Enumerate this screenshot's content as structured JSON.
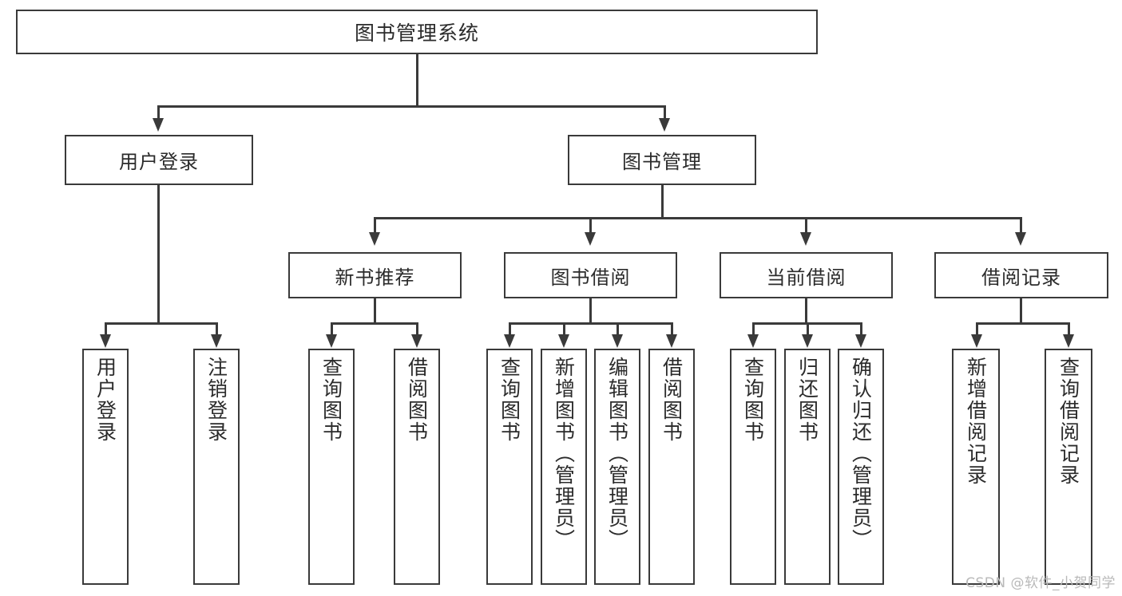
{
  "diagram": {
    "title": "图书管理系统",
    "watermark": "CSDN @软件_小贺同学",
    "colors": {
      "stroke": "#3a3a3a",
      "background": "#ffffff",
      "text": "#2b2b2b",
      "watermark": "#b9b9b9"
    },
    "levels": {
      "root": {
        "label": "图书管理系统"
      },
      "level2": [
        {
          "label": "用户登录"
        },
        {
          "label": "图书管理"
        }
      ],
      "level3": [
        {
          "label": "新书推荐"
        },
        {
          "label": "图书借阅"
        },
        {
          "label": "当前借阅"
        },
        {
          "label": "借阅记录"
        }
      ]
    },
    "groups": {
      "user_login_leaves": [
        {
          "label": "用户登录"
        },
        {
          "label": "注销登录"
        }
      ],
      "new_book_leaves": [
        {
          "label": "查询图书"
        },
        {
          "label": "借阅图书"
        }
      ],
      "borrow_book_leaves": [
        {
          "label": "查询图书"
        },
        {
          "label": "新增图书（管理员）"
        },
        {
          "label": "编辑图书（管理员）"
        },
        {
          "label": "借阅图书"
        }
      ],
      "current_borrow_leaves": [
        {
          "label": "查询图书"
        },
        {
          "label": "归还图书"
        },
        {
          "label": "确认归还（管理员）"
        }
      ],
      "borrow_record_leaves": [
        {
          "label": "新增借阅记录"
        },
        {
          "label": "查询借阅记录"
        }
      ]
    }
  }
}
